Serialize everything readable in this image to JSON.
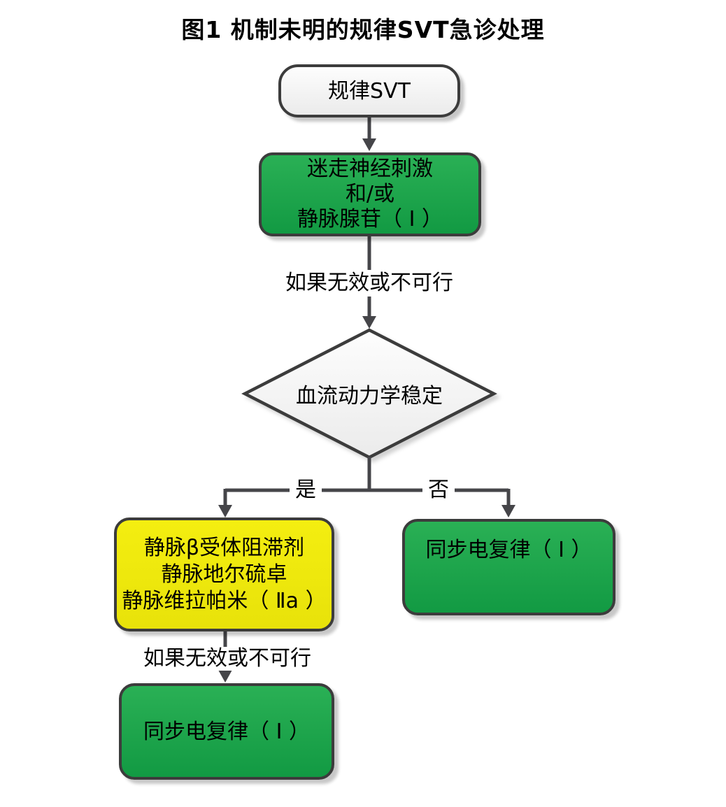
{
  "title": "图1 机制未明的规律SVT急诊处理",
  "nodes": {
    "start": {
      "label": "规律SVT"
    },
    "vagal": {
      "lines": [
        "迷走神经刺激",
        "和/或",
        "静脉腺苷（ Ⅰ ）"
      ]
    },
    "decision": {
      "label": "血流动力学稳定"
    },
    "meds": {
      "lines": [
        "静脉β受体阻滞剂",
        "静脉地尔硫卓",
        "静脉维拉帕米（ Ⅱa ）"
      ]
    },
    "cardioversion_right": {
      "label": "同步电复律（ Ⅰ ）"
    },
    "cardioversion_bottom": {
      "label": "同步电复律（ Ⅰ ）"
    }
  },
  "labels": {
    "ineffective_top": "如果无效或不可行",
    "yes": "是",
    "no": "否",
    "ineffective_bottom": "如果无效或不可行"
  },
  "colors": {
    "border": "#3c3c3c",
    "line": "#454549",
    "green1": "#2ab055",
    "green2": "#129a43",
    "yellow1": "#f4ee10",
    "yellow2": "#e8e20a",
    "neutral1": "#fdfdfd",
    "neutral2": "#ebebeb",
    "labelbg": "#ffffff",
    "text": "#000000"
  }
}
